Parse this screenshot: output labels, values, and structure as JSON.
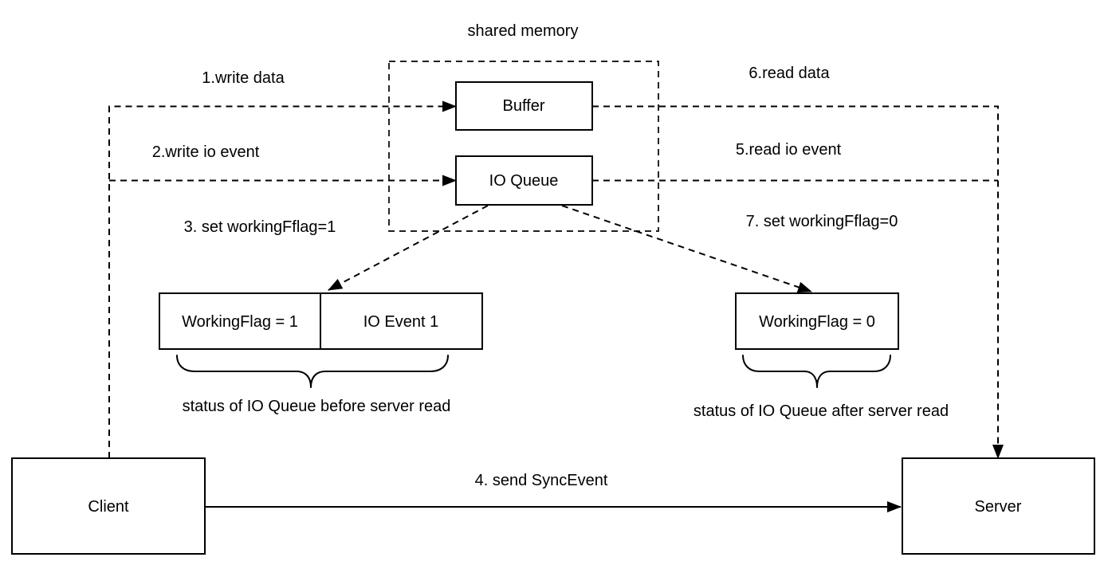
{
  "diagram": {
    "title": "shared memory",
    "nodes": {
      "buffer": "Buffer",
      "io_queue": "IO Queue",
      "client": "Client",
      "server": "Server",
      "working_flag_1": "WorkingFlag = 1",
      "io_event_1": "IO Event 1",
      "working_flag_0": "WorkingFlag = 0"
    },
    "edge_labels": {
      "write_data": "1.write data",
      "write_io_event": "2.write io event",
      "set_working_flag_1": "3. set workingFflag=1",
      "send_sync_event": "4. send SyncEvent",
      "read_io_event": "5.read io event",
      "read_data": "6.read data",
      "set_working_flag_0": "7. set workingFflag=0"
    },
    "captions": {
      "before_read": "status of IO Queue before server read",
      "after_read": "status of IO Queue after server read"
    },
    "colors": {
      "line": "#000000",
      "background": "#ffffff"
    }
  }
}
